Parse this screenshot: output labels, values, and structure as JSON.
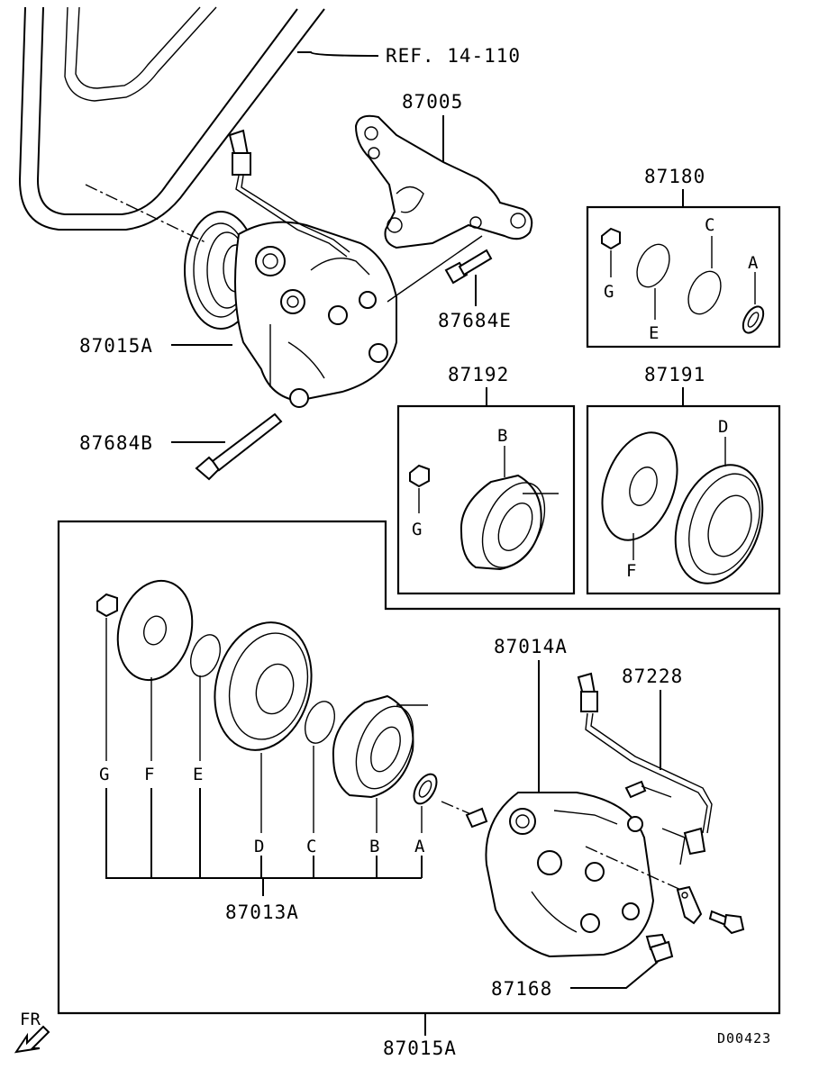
{
  "labels": {
    "ref": "REF. 14-110",
    "bracket": "87005",
    "compressor_top": "87015A",
    "bolt_e": "87684E",
    "bolt_b": "87684B",
    "kit_87180": "87180",
    "kit_87192": "87192",
    "kit_87191": "87191",
    "clutch_set": "87013A",
    "compressor_body": "87014A",
    "harness": "87228",
    "valve": "87168",
    "compressor_bottom": "87015A"
  },
  "letters": {
    "a": "A",
    "b": "B",
    "c": "C",
    "d": "D",
    "e": "E",
    "f": "F",
    "g": "G"
  },
  "front_marker": "FR",
  "drawing_code": "D00423"
}
